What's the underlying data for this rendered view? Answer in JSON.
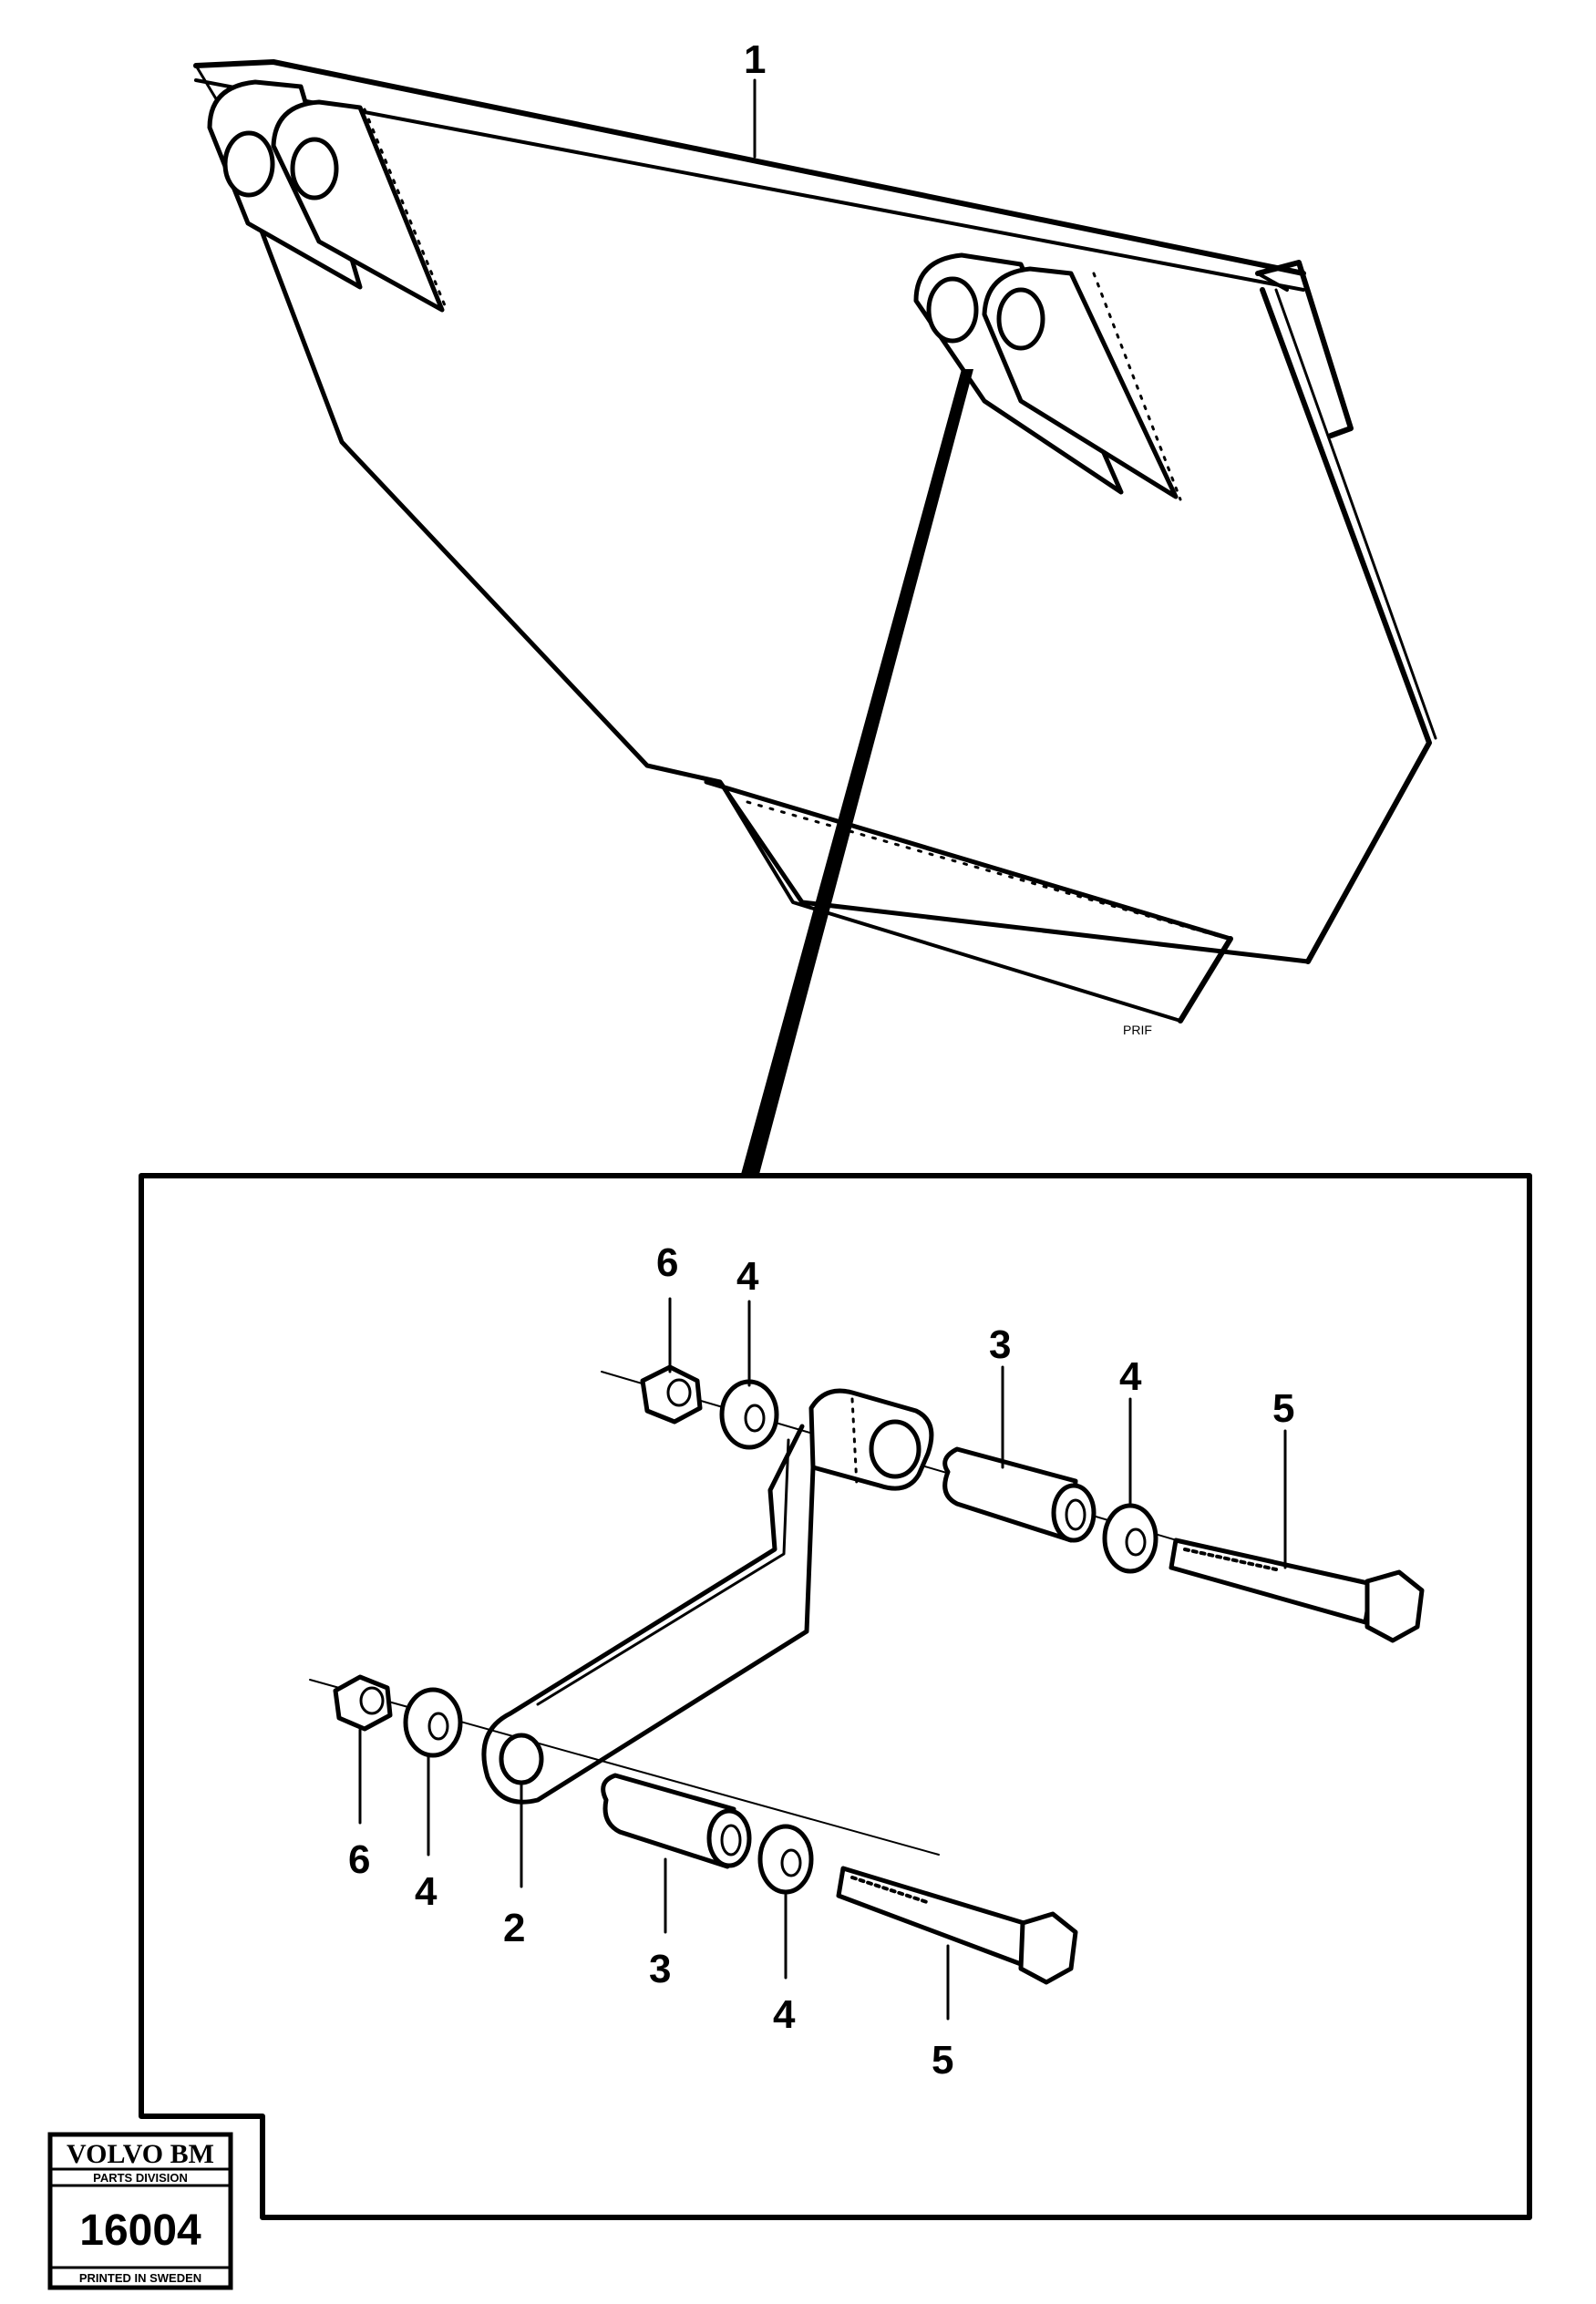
{
  "callouts": {
    "frame": "1",
    "arm": "2",
    "bushing_upper": "3",
    "bushing_lower": "3",
    "washer_upper_left": "4",
    "washer_upper_right": "4",
    "washer_lower_left": "4",
    "washer_lower_right": "4",
    "bolt_upper": "5",
    "bolt_lower": "5",
    "nut_upper": "6",
    "nut_lower": "6"
  },
  "small_mark": "PRIF",
  "stamp": {
    "brand": "VOLVO BM",
    "division": "PARTS DIVISION",
    "number": "16004",
    "country": "PRINTED IN SWEDEN"
  },
  "colors": {
    "ink": "#000000",
    "paper": "#ffffff"
  }
}
